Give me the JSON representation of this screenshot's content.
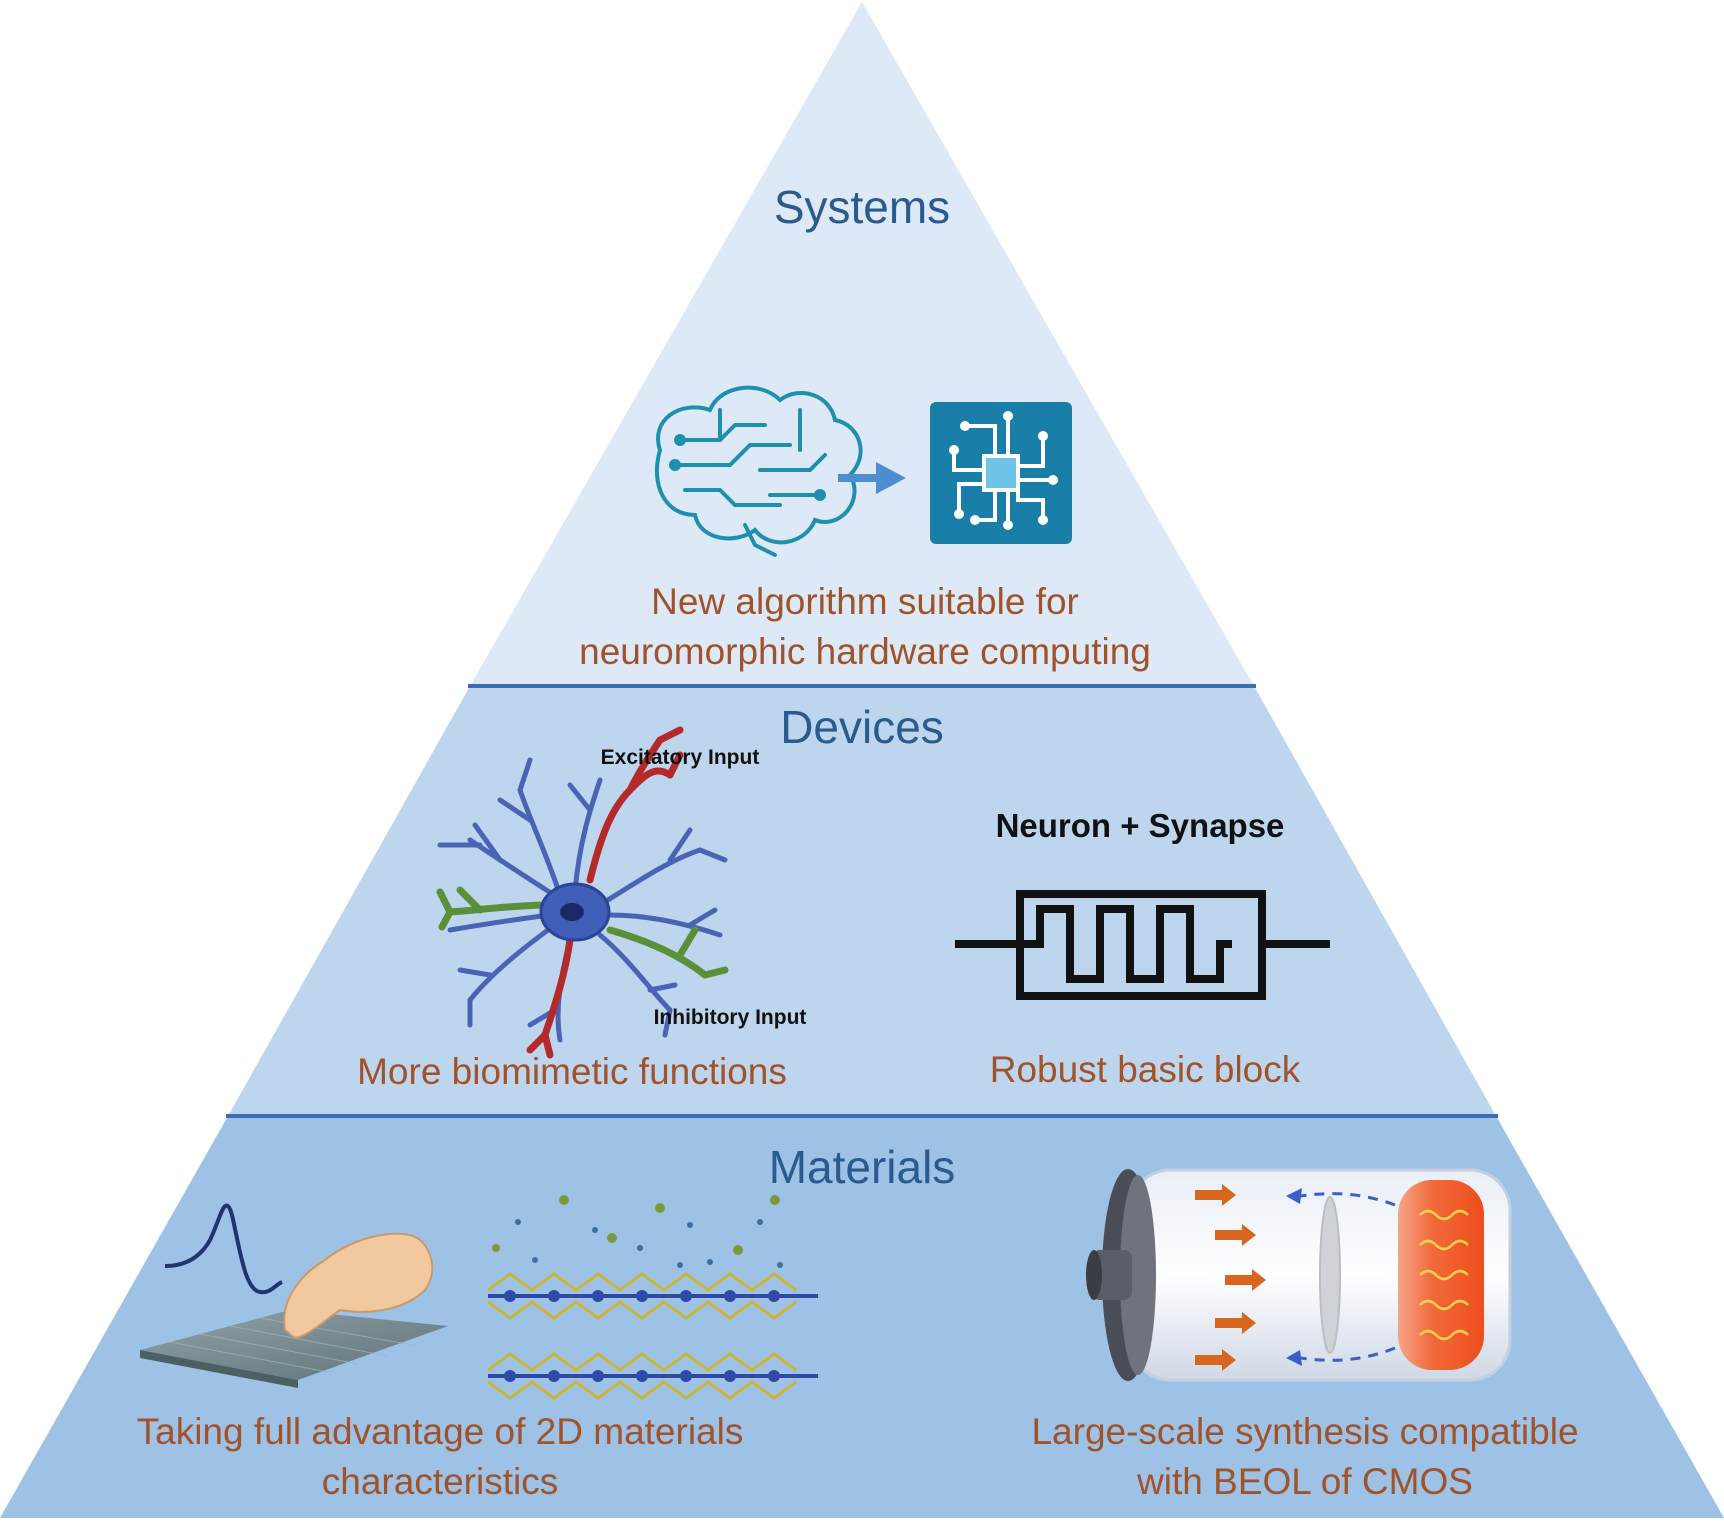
{
  "tiers": {
    "systems": {
      "title": "Systems",
      "caption_line1": "New algorithm suitable for",
      "caption_line2": "neuromorphic hardware computing",
      "icons": [
        "brain-circuit-icon",
        "arrow-right-icon",
        "microchip-icon"
      ]
    },
    "devices": {
      "title": "Devices",
      "neuron_label_excitatory": "Excitatory Input",
      "neuron_label_inhibitory": "Inhibitory Input",
      "left_caption": "More biomimetic functions",
      "block_title": "Neuron + Synapse",
      "right_caption": "Robust basic block",
      "icons": [
        "neuron-icon",
        "resistor-symbol-icon"
      ]
    },
    "materials": {
      "title": "Materials",
      "left_caption_line1": "Taking full advantage of 2D materials",
      "left_caption_line2": "characteristics",
      "right_caption_line1": "Large-scale synthesis compatible",
      "right_caption_line2": "with BEOL of CMOS",
      "icons": [
        "touch-sensor-icon",
        "layered-2d-material-icon",
        "cvd-furnace-icon"
      ]
    }
  },
  "colors": {
    "tier_top": "#dde9f6",
    "tier_middle": "#bdd6ee",
    "tier_bottom": "#9dc2e6",
    "divider": "#3a6db5",
    "title_text": "#2a5b8f",
    "caption_text": "#a0532a",
    "chip": "#1a7fa8",
    "excitatory": "#b42a2a",
    "inhibitory": "#5c8f3a",
    "dendrite": "#4a63b5"
  }
}
